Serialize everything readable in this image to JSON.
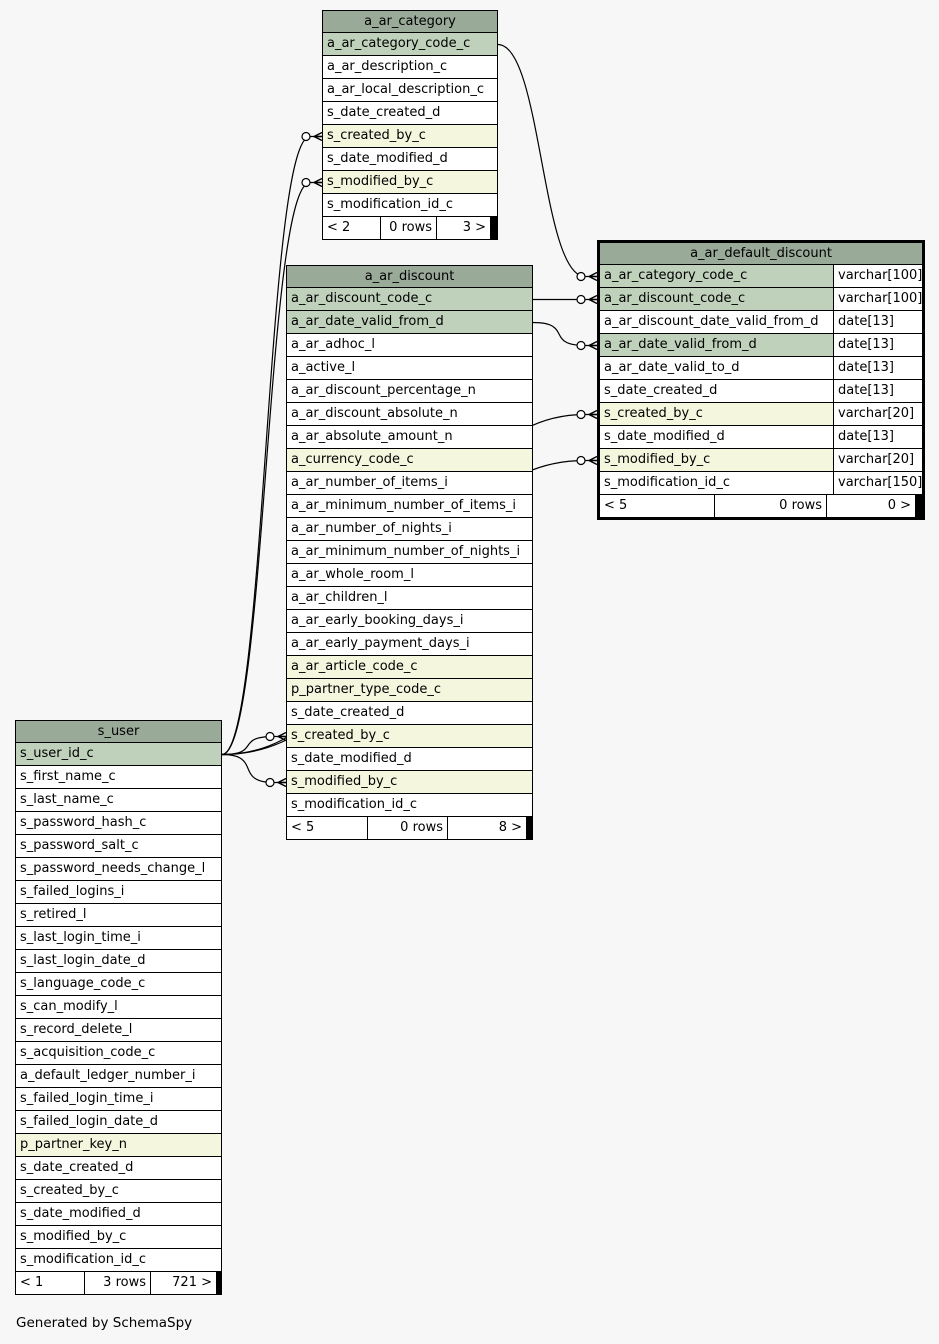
{
  "tables": [
    {
      "key": "a_ar_category",
      "name": "a_ar_category",
      "focus": false,
      "columns": [
        {
          "name": "a_ar_category_code_c",
          "kind": "pk"
        },
        {
          "name": "a_ar_description_c",
          "kind": "plain"
        },
        {
          "name": "a_ar_local_description_c",
          "kind": "plain"
        },
        {
          "name": "s_date_created_d",
          "kind": "plain"
        },
        {
          "name": "s_created_by_c",
          "kind": "fk"
        },
        {
          "name": "s_date_modified_d",
          "kind": "plain"
        },
        {
          "name": "s_modified_by_c",
          "kind": "fk"
        },
        {
          "name": "s_modification_id_c",
          "kind": "plain"
        }
      ],
      "footer": {
        "parents": "< 2",
        "rows": "0 rows",
        "children": "3 >"
      }
    },
    {
      "key": "a_ar_discount",
      "name": "a_ar_discount",
      "focus": false,
      "columns": [
        {
          "name": "a_ar_discount_code_c",
          "kind": "pk"
        },
        {
          "name": "a_ar_date_valid_from_d",
          "kind": "pk"
        },
        {
          "name": "a_ar_adhoc_l",
          "kind": "plain"
        },
        {
          "name": "a_active_l",
          "kind": "plain"
        },
        {
          "name": "a_ar_discount_percentage_n",
          "kind": "plain"
        },
        {
          "name": "a_ar_discount_absolute_n",
          "kind": "plain"
        },
        {
          "name": "a_ar_absolute_amount_n",
          "kind": "plain"
        },
        {
          "name": "a_currency_code_c",
          "kind": "fk"
        },
        {
          "name": "a_ar_number_of_items_i",
          "kind": "plain"
        },
        {
          "name": "a_ar_minimum_number_of_items_i",
          "kind": "plain"
        },
        {
          "name": "a_ar_number_of_nights_i",
          "kind": "plain"
        },
        {
          "name": "a_ar_minimum_number_of_nights_i",
          "kind": "plain"
        },
        {
          "name": "a_ar_whole_room_l",
          "kind": "plain"
        },
        {
          "name": "a_ar_children_l",
          "kind": "plain"
        },
        {
          "name": "a_ar_early_booking_days_i",
          "kind": "plain"
        },
        {
          "name": "a_ar_early_payment_days_i",
          "kind": "plain"
        },
        {
          "name": "a_ar_article_code_c",
          "kind": "fk"
        },
        {
          "name": "p_partner_type_code_c",
          "kind": "fk"
        },
        {
          "name": "s_date_created_d",
          "kind": "plain"
        },
        {
          "name": "s_created_by_c",
          "kind": "fk"
        },
        {
          "name": "s_date_modified_d",
          "kind": "plain"
        },
        {
          "name": "s_modified_by_c",
          "kind": "fk"
        },
        {
          "name": "s_modification_id_c",
          "kind": "plain"
        }
      ],
      "footer": {
        "parents": "< 5",
        "rows": "0 rows",
        "children": "8 >"
      }
    },
    {
      "key": "a_ar_default_discount",
      "name": "a_ar_default_discount",
      "focus": true,
      "columns": [
        {
          "name": "a_ar_category_code_c",
          "type": "varchar[100]",
          "kind": "pk"
        },
        {
          "name": "a_ar_discount_code_c",
          "type": "varchar[100]",
          "kind": "pk"
        },
        {
          "name": "a_ar_discount_date_valid_from_d",
          "type": "date[13]",
          "kind": "plain"
        },
        {
          "name": "a_ar_date_valid_from_d",
          "type": "date[13]",
          "kind": "pk"
        },
        {
          "name": "a_ar_date_valid_to_d",
          "type": "date[13]",
          "kind": "plain"
        },
        {
          "name": "s_date_created_d",
          "type": "date[13]",
          "kind": "plain"
        },
        {
          "name": "s_created_by_c",
          "type": "varchar[20]",
          "kind": "fk"
        },
        {
          "name": "s_date_modified_d",
          "type": "date[13]",
          "kind": "plain"
        },
        {
          "name": "s_modified_by_c",
          "type": "varchar[20]",
          "kind": "fk"
        },
        {
          "name": "s_modification_id_c",
          "type": "varchar[150]",
          "kind": "plain"
        }
      ],
      "footer": {
        "parents": "< 5",
        "rows": "0 rows",
        "children": "0 >"
      }
    },
    {
      "key": "s_user",
      "name": "s_user",
      "focus": false,
      "columns": [
        {
          "name": "s_user_id_c",
          "kind": "pk"
        },
        {
          "name": "s_first_name_c",
          "kind": "plain"
        },
        {
          "name": "s_last_name_c",
          "kind": "plain"
        },
        {
          "name": "s_password_hash_c",
          "kind": "plain"
        },
        {
          "name": "s_password_salt_c",
          "kind": "plain"
        },
        {
          "name": "s_password_needs_change_l",
          "kind": "plain"
        },
        {
          "name": "s_failed_logins_i",
          "kind": "plain"
        },
        {
          "name": "s_retired_l",
          "kind": "plain"
        },
        {
          "name": "s_last_login_time_i",
          "kind": "plain"
        },
        {
          "name": "s_last_login_date_d",
          "kind": "plain"
        },
        {
          "name": "s_language_code_c",
          "kind": "plain"
        },
        {
          "name": "s_can_modify_l",
          "kind": "plain"
        },
        {
          "name": "s_record_delete_l",
          "kind": "plain"
        },
        {
          "name": "s_acquisition_code_c",
          "kind": "plain"
        },
        {
          "name": "a_default_ledger_number_i",
          "kind": "plain"
        },
        {
          "name": "s_failed_login_time_i",
          "kind": "plain"
        },
        {
          "name": "s_failed_login_date_d",
          "kind": "plain"
        },
        {
          "name": "p_partner_key_n",
          "kind": "fk"
        },
        {
          "name": "s_date_created_d",
          "kind": "plain"
        },
        {
          "name": "s_created_by_c",
          "kind": "plain"
        },
        {
          "name": "s_date_modified_d",
          "kind": "plain"
        },
        {
          "name": "s_modified_by_c",
          "kind": "plain"
        },
        {
          "name": "s_modification_id_c",
          "kind": "plain"
        }
      ],
      "footer": {
        "parents": "< 1",
        "rows": "3 rows",
        "children": "721 >"
      }
    }
  ],
  "relationships": [
    {
      "from": "a_ar_category.a_ar_category_code_c",
      "to": "a_ar_default_discount.a_ar_category_code_c"
    },
    {
      "from": "a_ar_discount.a_ar_discount_code_c",
      "to": "a_ar_default_discount.a_ar_discount_code_c"
    },
    {
      "from": "a_ar_discount.a_ar_date_valid_from_d",
      "to": "a_ar_default_discount.a_ar_date_valid_from_d"
    },
    {
      "from": "s_user.s_user_id_c",
      "to": "a_ar_category.s_created_by_c"
    },
    {
      "from": "s_user.s_user_id_c",
      "to": "a_ar_category.s_modified_by_c"
    },
    {
      "from": "s_user.s_user_id_c",
      "to": "a_ar_discount.s_created_by_c"
    },
    {
      "from": "s_user.s_user_id_c",
      "to": "a_ar_discount.s_modified_by_c"
    },
    {
      "from": "s_user.s_user_id_c",
      "to": "a_ar_default_discount.s_created_by_c"
    },
    {
      "from": "s_user.s_user_id_c",
      "to": "a_ar_default_discount.s_modified_by_c"
    }
  ],
  "colors": {
    "header": "#9aaa98",
    "primary_key": "#bfd0bb",
    "foreign_key": "#f4f7de",
    "background": "#f7f7f7"
  },
  "footer_text": "Generated by SchemaSpy"
}
